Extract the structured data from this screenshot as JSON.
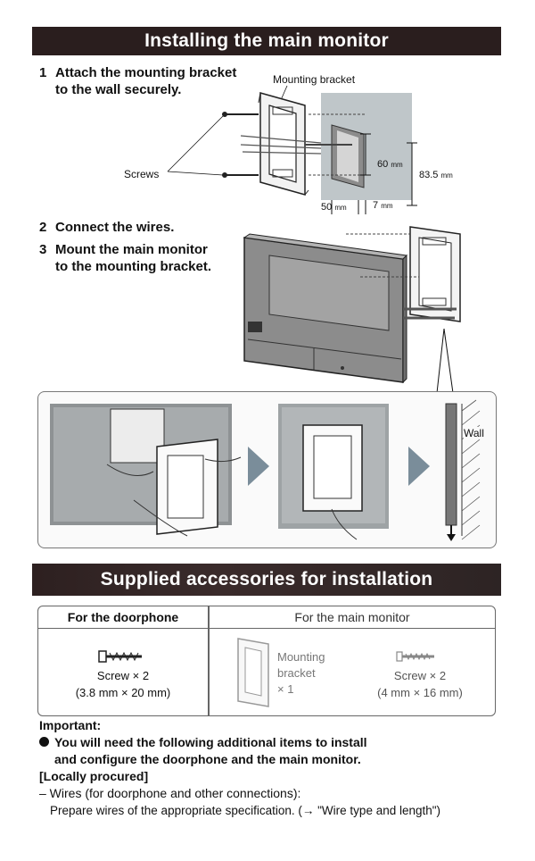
{
  "section1": {
    "title": "Installing the main monitor",
    "step1": {
      "number": "1",
      "line1": "Attach the mounting bracket",
      "line2": "to the wall securely."
    },
    "step2": {
      "number": "2",
      "line1": "Connect the wires."
    },
    "step3": {
      "number": "3",
      "line1": "Mount the main monitor",
      "line2": "to the mounting bracket."
    },
    "labels": {
      "mounting_bracket": "Mounting bracket",
      "screws": "Screws",
      "wall": "Wall"
    },
    "dimensions": {
      "d60": "60",
      "d60_unit": "mm",
      "d83": "83.5",
      "d83_unit": "mm",
      "d50": "50",
      "d50_unit": "mm",
      "d7": "7",
      "d7_unit": "mm"
    }
  },
  "section2": {
    "title": "Supplied accessories for installation",
    "doorphone": {
      "header": "For the doorphone",
      "item_line1": "Screw × 2",
      "item_line2": "(3.8 mm × 20 mm)"
    },
    "monitor": {
      "header": "For the main monitor",
      "bracket_line1": "Mounting",
      "bracket_line2": "bracket",
      "bracket_line3": "× 1",
      "screw_line1": "Screw × 2",
      "screw_line2": "(4 mm × 16 mm)"
    }
  },
  "important": {
    "heading": "Important:",
    "bullet_line1": "You will need the following additional items to install",
    "bullet_line2": "and configure the doorphone and the main monitor.",
    "locally": "[Locally procured]",
    "wires": "– Wires (for doorphone and other connections):",
    "prepare": "Prepare wires of the appropriate specification. (→ \"Wire type and length\")"
  },
  "colors": {
    "banner": "#2a1e1e",
    "monitor_body": "#8c8c8c",
    "screen": "#a3a3a3",
    "arrow": "#7a8d9a"
  }
}
